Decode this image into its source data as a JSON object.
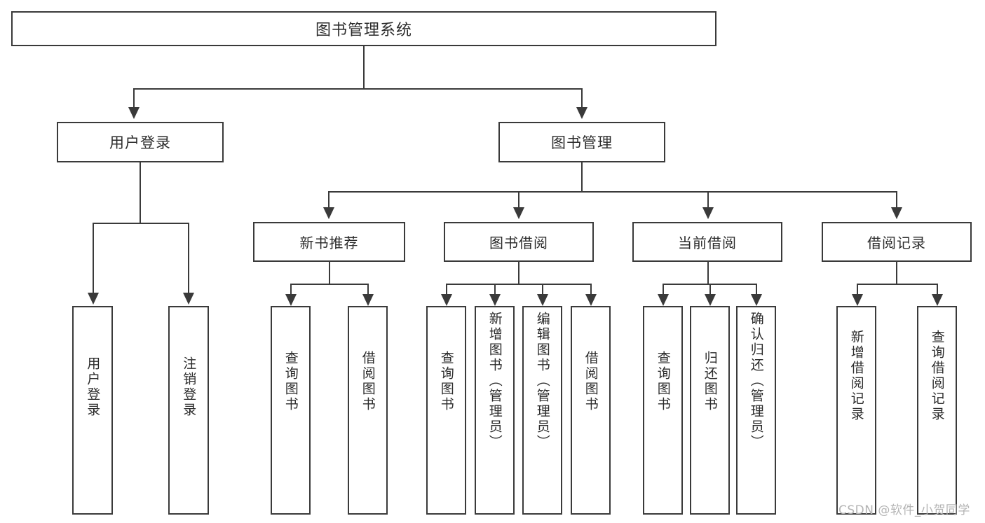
{
  "diagram": {
    "type": "hierarchy-tree",
    "title": "图书管理系统",
    "root": {
      "label": "图书管理系统"
    },
    "level1": [
      {
        "label": "用户登录"
      },
      {
        "label": "图书管理"
      }
    ],
    "level2": [
      {
        "label": "新书推荐"
      },
      {
        "label": "图书借阅"
      },
      {
        "label": "当前借阅"
      },
      {
        "label": "借阅记录"
      }
    ],
    "leaves": {
      "user_login": [
        {
          "label": "用户登录"
        },
        {
          "label": "注销登录"
        }
      ],
      "new_book_recommend": [
        {
          "label": "查询图书"
        },
        {
          "label": "借阅图书"
        }
      ],
      "book_borrow": [
        {
          "label": "查询图书"
        },
        {
          "label": "新增图书（管理员）"
        },
        {
          "label": "编辑图书（管理员）"
        },
        {
          "label": "借阅图书"
        }
      ],
      "current_borrow": [
        {
          "label": "查询图书"
        },
        {
          "label": "归还图书"
        },
        {
          "label": "确认归还（管理员）"
        }
      ],
      "borrow_record": [
        {
          "label": "新增借阅记录"
        },
        {
          "label": "查询借阅记录"
        }
      ]
    }
  },
  "watermark": {
    "text": "CSDN @软件_小贺同学"
  },
  "colors": {
    "stroke": "#3a3a3a",
    "text": "#2b2b2b",
    "background": "#ffffff",
    "watermark": "#b4b4b4"
  }
}
